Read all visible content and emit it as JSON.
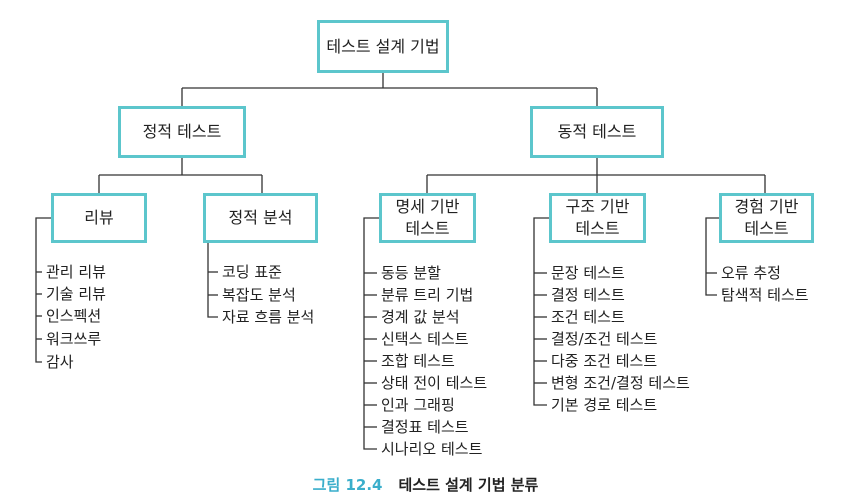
{
  "root": "테스트 설계 기법",
  "static": {
    "title": "정적 테스트",
    "review": {
      "title": "리뷰",
      "items": [
        "관리 리뷰",
        "기술 리뷰",
        "인스펙션",
        "워크쓰루",
        "감사"
      ]
    },
    "analysis": {
      "title": "정적 분석",
      "items": [
        "코딩 표준",
        "복잡도 분석",
        "자료 흐름 분석"
      ]
    }
  },
  "dynamic": {
    "title": "동적 테스트",
    "spec": {
      "title": "명세 기반\n테스트",
      "items": [
        "동등 분할",
        "분류 트리 기법",
        "경계 값 분석",
        "신택스 테스트",
        "조합 테스트",
        "상태 전이 테스트",
        "인과 그래핑",
        "결정표 테스트",
        "시나리오 테스트"
      ]
    },
    "structure": {
      "title": "구조 기반\n테스트",
      "items": [
        "문장 테스트",
        "결정 테스트",
        "조건 테스트",
        "결정/조건 테스트",
        "다중 조건 테스트",
        "변형 조건/결정 테스트",
        "기본 경로 테스트"
      ]
    },
    "experience": {
      "title": "경험 기반\n테스트",
      "items": [
        "오류 추정",
        "탐색적 테스트"
      ]
    }
  },
  "caption": {
    "number": "그림 12.4",
    "text": "테스트 설계 기법 분류"
  }
}
